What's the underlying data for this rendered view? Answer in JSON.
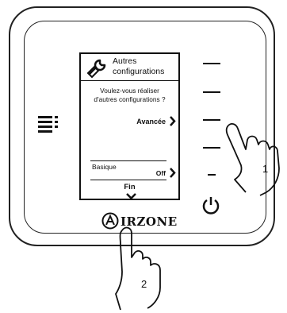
{
  "screen": {
    "title_line1": "Autres",
    "title_line2": "configurations",
    "question_line1": "Voulez-vous réaliser",
    "question_line2": "d'autres configurations ?",
    "option_advanced": "Avancée",
    "option_basic_label": "Basique",
    "option_basic_value": "Off",
    "bottom_label": "Fin"
  },
  "logo": {
    "text": "IRZONE"
  },
  "annotations": {
    "step_1": "1",
    "step_2": "2"
  },
  "icons": {
    "settings": "wrench-icon",
    "menu": "menu-grid-icon",
    "power": "power-icon"
  }
}
